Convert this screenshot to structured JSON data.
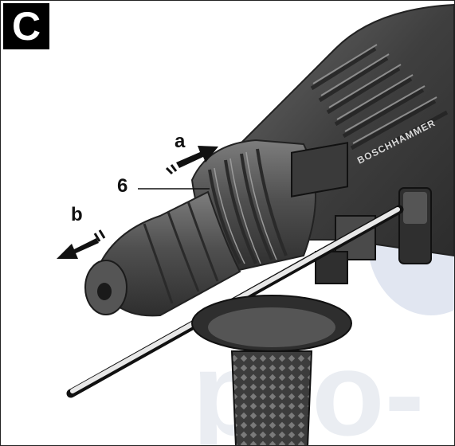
{
  "figure": {
    "panel_label": "C",
    "callouts": {
      "a": "a",
      "b": "b",
      "part_number": "6"
    },
    "brand_text": "BOSCHHAMMER",
    "watermark_text": "pro-",
    "colors": {
      "ink": "#111111",
      "body_dark": "#3a3a3a",
      "body_mid": "#5a5a5a",
      "body_light": "#8a8a8a",
      "watermark": "#c9d3e6"
    }
  }
}
